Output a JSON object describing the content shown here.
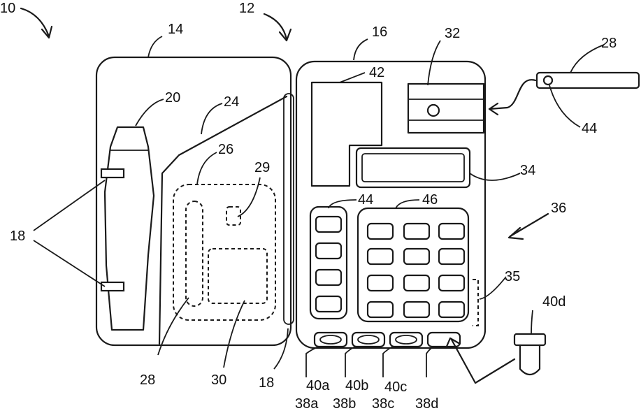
{
  "labels": {
    "n10": "10",
    "n12": "12",
    "n14": "14",
    "n16": "16",
    "n32": "32",
    "n28_top": "28",
    "n42": "42",
    "n20": "20",
    "n24": "24",
    "n26": "26",
    "n29": "29",
    "n34": "34",
    "n44_right": "44",
    "n44_pad": "44",
    "n46": "46",
    "n36": "36",
    "n18_left": "18",
    "n35": "35",
    "n40d": "40d",
    "n28_bottom": "28",
    "n30": "30",
    "n18_bottom": "18",
    "n40a": "40a",
    "n40b": "40b",
    "n40c": "40c",
    "n38a": "38a",
    "n38b": "38b",
    "n38c": "38c",
    "n38d": "38d"
  }
}
